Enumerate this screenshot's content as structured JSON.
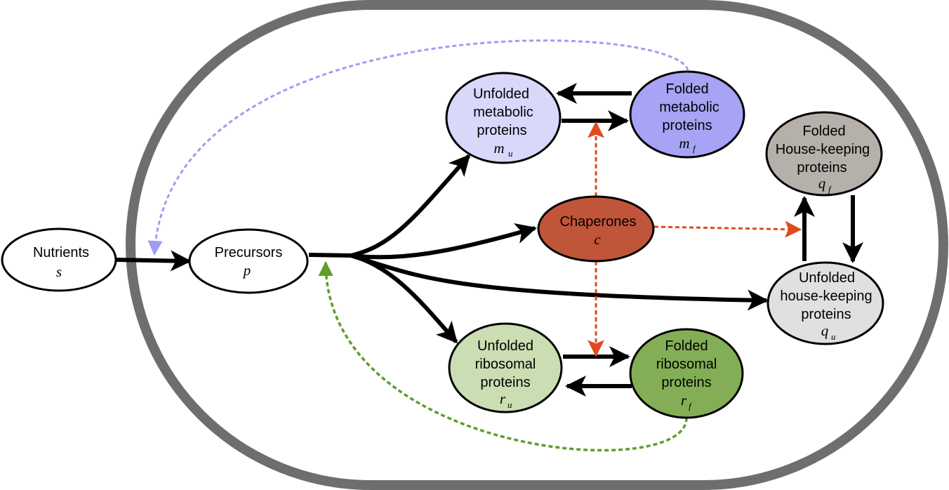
{
  "nodes": {
    "nutrients": {
      "label": "Nutrients",
      "symbol": "s",
      "sub": ""
    },
    "precursors": {
      "label": "Precursors",
      "symbol": "p",
      "sub": ""
    },
    "unfolded_metabolic": {
      "lines": [
        "Unfolded",
        "metabolic",
        "proteins"
      ],
      "symbol": "m",
      "sub": "u"
    },
    "folded_metabolic": {
      "lines": [
        "Folded",
        "metabolic",
        "proteins"
      ],
      "symbol": "m",
      "sub": "f"
    },
    "chaperones": {
      "label": "Chaperones",
      "symbol": "c",
      "sub": ""
    },
    "folded_housekeeping": {
      "lines": [
        "Folded",
        "House-keeping",
        "proteins"
      ],
      "symbol": "q",
      "sub": "f"
    },
    "unfolded_housekeeping": {
      "lines": [
        "Unfolded",
        "house-keeping",
        "proteins"
      ],
      "symbol": "q",
      "sub": "u"
    },
    "unfolded_ribosomal": {
      "lines": [
        "Unfolded",
        "ribosomal",
        "proteins"
      ],
      "symbol": "r",
      "sub": "u"
    },
    "folded_ribosomal": {
      "lines": [
        "Folded",
        "ribosomal",
        "proteins"
      ],
      "symbol": "r",
      "sub": "f"
    }
  },
  "colors": {
    "cell_membrane": "#6e6e6e",
    "unfolded_metabolic": "#d9d8fb",
    "folded_metabolic": "#a7a3f5",
    "chaperones": "#c0553a",
    "folded_housekeeping": "#b5b1aa",
    "unfolded_housekeeping": "#e1e0de",
    "unfolded_ribosomal": "#cbddb2",
    "folded_ribosomal": "#84ae56",
    "chaperone_arrows": "#e04a1f",
    "metabolic_feedback": "#9f9cf5",
    "ribosomal_feedback": "#5e9e2a"
  }
}
